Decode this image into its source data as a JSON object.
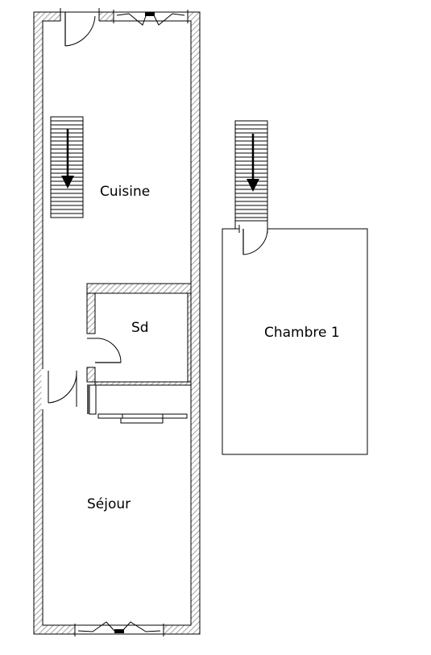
{
  "rooms": {
    "cuisine": "Cuisine",
    "sd": "Sd",
    "sejour": "Séjour",
    "chambre": "Chambre 1"
  },
  "colors": {
    "wall_hatch": "#b5b5b5",
    "line": "#000000",
    "background": "#ffffff"
  },
  "icons": {
    "stairs": "staircase-down-arrow",
    "door": "door-swing-arc",
    "window": "window-casement"
  }
}
